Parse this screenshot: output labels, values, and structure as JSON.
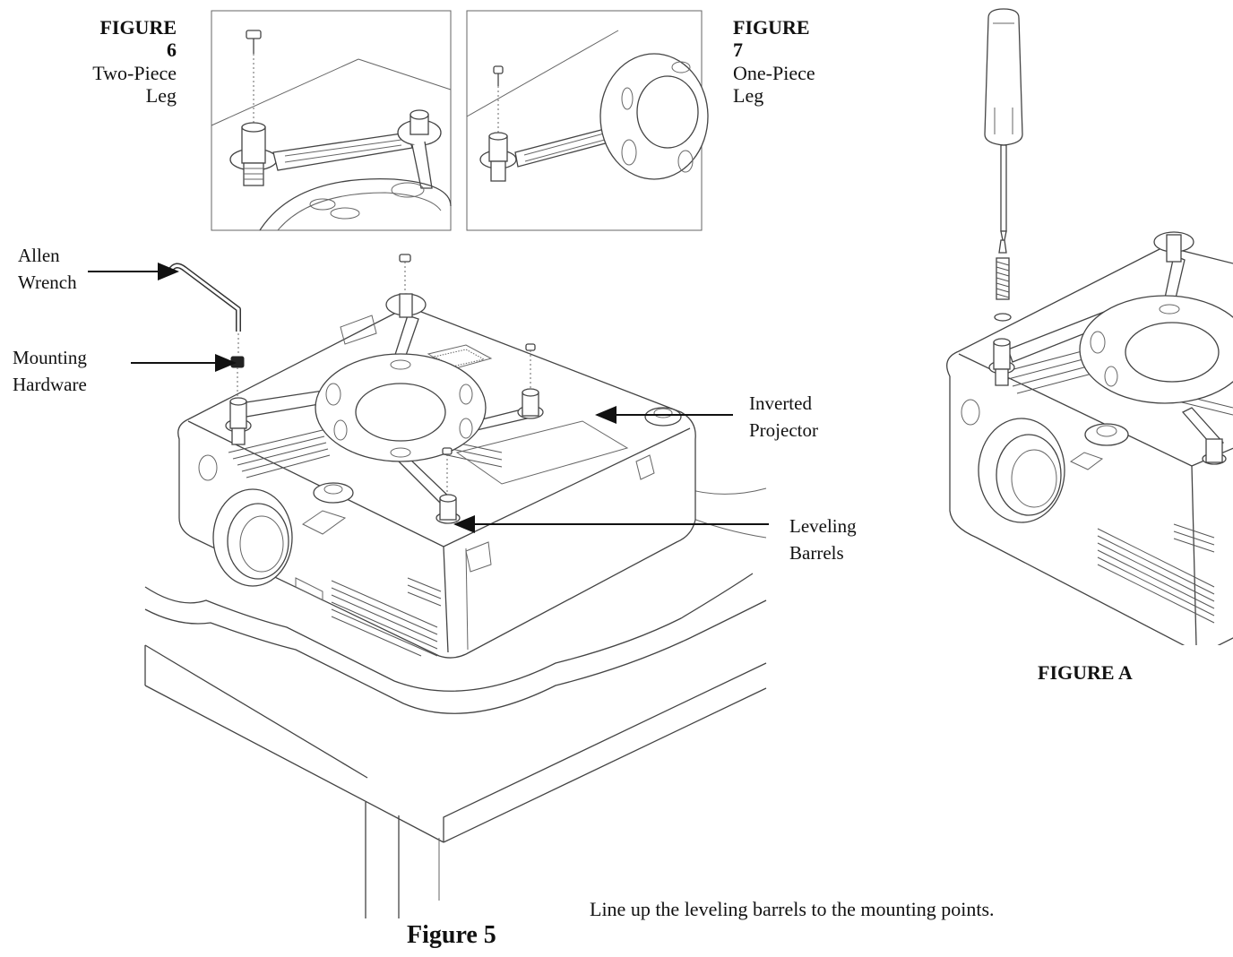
{
  "figure6": {
    "heading": "FIGURE",
    "number": "6",
    "line1": "Two-Piece",
    "line2": "Leg"
  },
  "figure7": {
    "heading": "FIGURE",
    "number": "7",
    "line1": "One-Piece",
    "line2": "Leg"
  },
  "callouts": {
    "allen_wrench": [
      "Allen",
      "Wrench"
    ],
    "mounting_hardware": [
      "Mounting",
      "Hardware"
    ],
    "inverted_projector": [
      "Inverted",
      "Projector"
    ],
    "leveling_barrels": [
      "Leveling",
      "Barrels"
    ]
  },
  "figure_a_label": "FIGURE A",
  "figure5_label": "Figure 5",
  "instruction": "Line up the leveling barrels to the mounting points."
}
